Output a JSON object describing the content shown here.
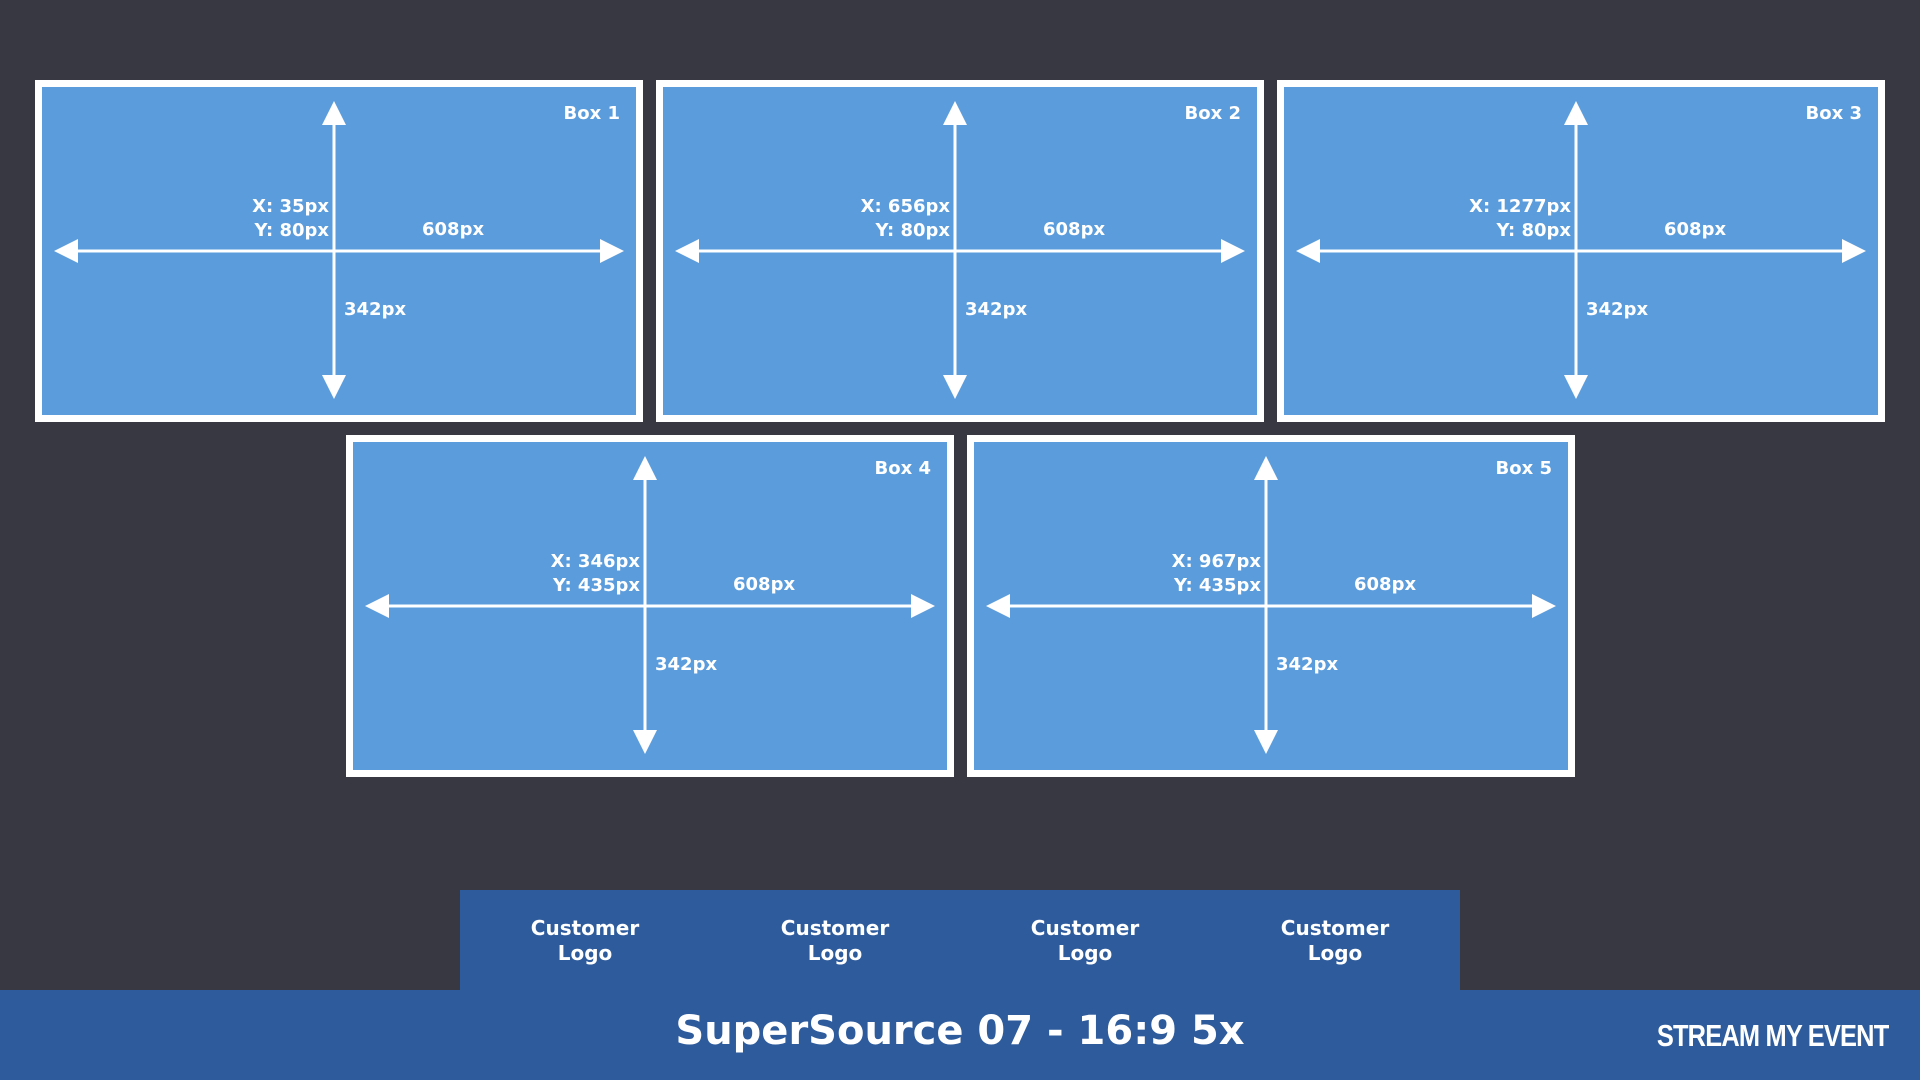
{
  "boxes": [
    {
      "label": "Box 1",
      "x_text": "X: 35px",
      "y_text": "Y: 80px",
      "width_text": "608px",
      "height_text": "342px"
    },
    {
      "label": "Box 2",
      "x_text": "X: 656px",
      "y_text": "Y: 80px",
      "width_text": "608px",
      "height_text": "342px"
    },
    {
      "label": "Box 3",
      "x_text": "X: 1277px",
      "y_text": "Y: 80px",
      "width_text": "608px",
      "height_text": "342px"
    },
    {
      "label": "Box 4",
      "x_text": "X: 346px",
      "y_text": "Y: 435px",
      "width_text": "608px",
      "height_text": "342px"
    },
    {
      "label": "Box 5",
      "x_text": "X: 967px",
      "y_text": "Y: 435px",
      "width_text": "608px",
      "height_text": "342px"
    }
  ],
  "logos": [
    {
      "line1": "Customer",
      "line2": "Logo"
    },
    {
      "line1": "Customer",
      "line2": "Logo"
    },
    {
      "line1": "Customer",
      "line2": "Logo"
    },
    {
      "line1": "Customer",
      "line2": "Logo"
    }
  ],
  "footer": {
    "title": "SuperSource 07 - 16:9 5x",
    "brand": "STREAM MY EVENT"
  },
  "colors": {
    "background": "#383843",
    "box_fill": "#5a9cdc",
    "box_border": "#ffffff",
    "bar": "#2e5b9c"
  }
}
